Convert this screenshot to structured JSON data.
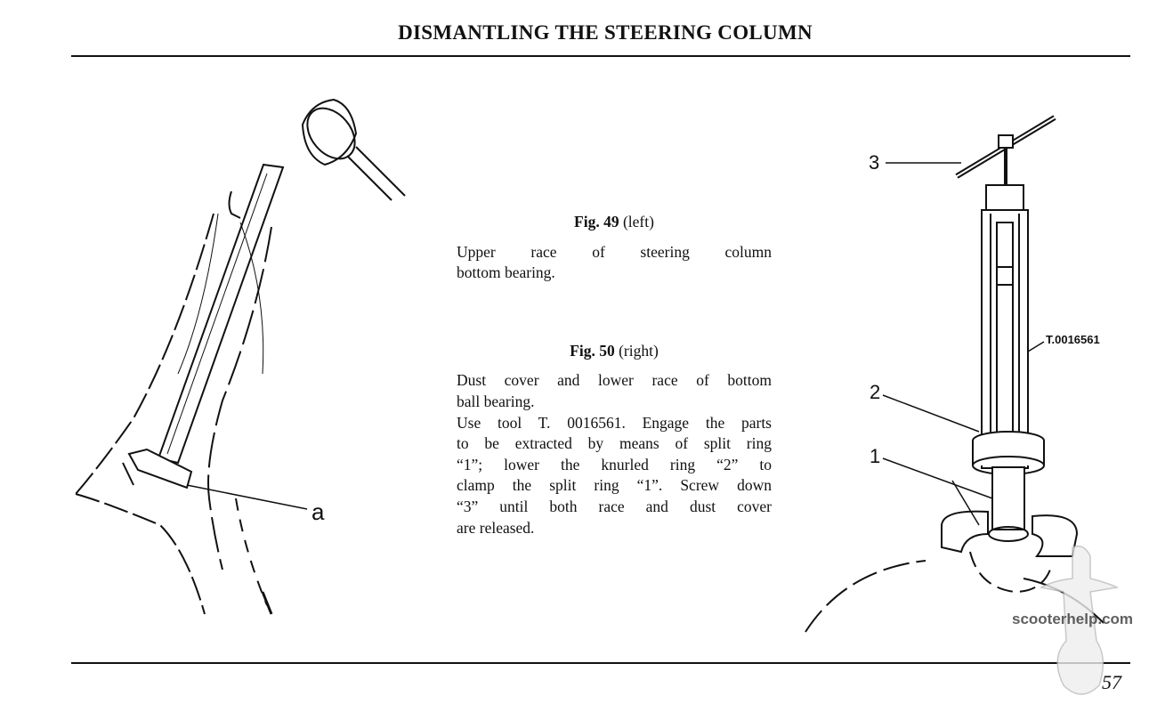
{
  "header": {
    "title": "DISMANTLING THE STEERING COLUMN"
  },
  "captions": {
    "fig49": {
      "label": "Fig. 49",
      "position": "(left)",
      "text_lines": [
        "Upper race of steering column",
        "bottom bearing."
      ]
    },
    "fig50": {
      "label": "Fig. 50",
      "position": "(right)",
      "text_lines": [
        "Dust cover and lower race of bottom",
        "ball bearing.",
        "Use tool T. 0016561. Engage the parts",
        "to be extracted by means of split ring",
        "“1”; lower the knurled ring “2” to",
        "clamp the split ring “1”. Screw down",
        "“3” until both race and dust cover",
        "are released."
      ]
    }
  },
  "figure_left": {
    "callout_a": "a"
  },
  "figure_right": {
    "callout_1": "1",
    "callout_2": "2",
    "callout_3": "3",
    "tool_code": "T.0016561"
  },
  "footer": {
    "page_number": "57",
    "watermark": "scooterhelp.com"
  }
}
